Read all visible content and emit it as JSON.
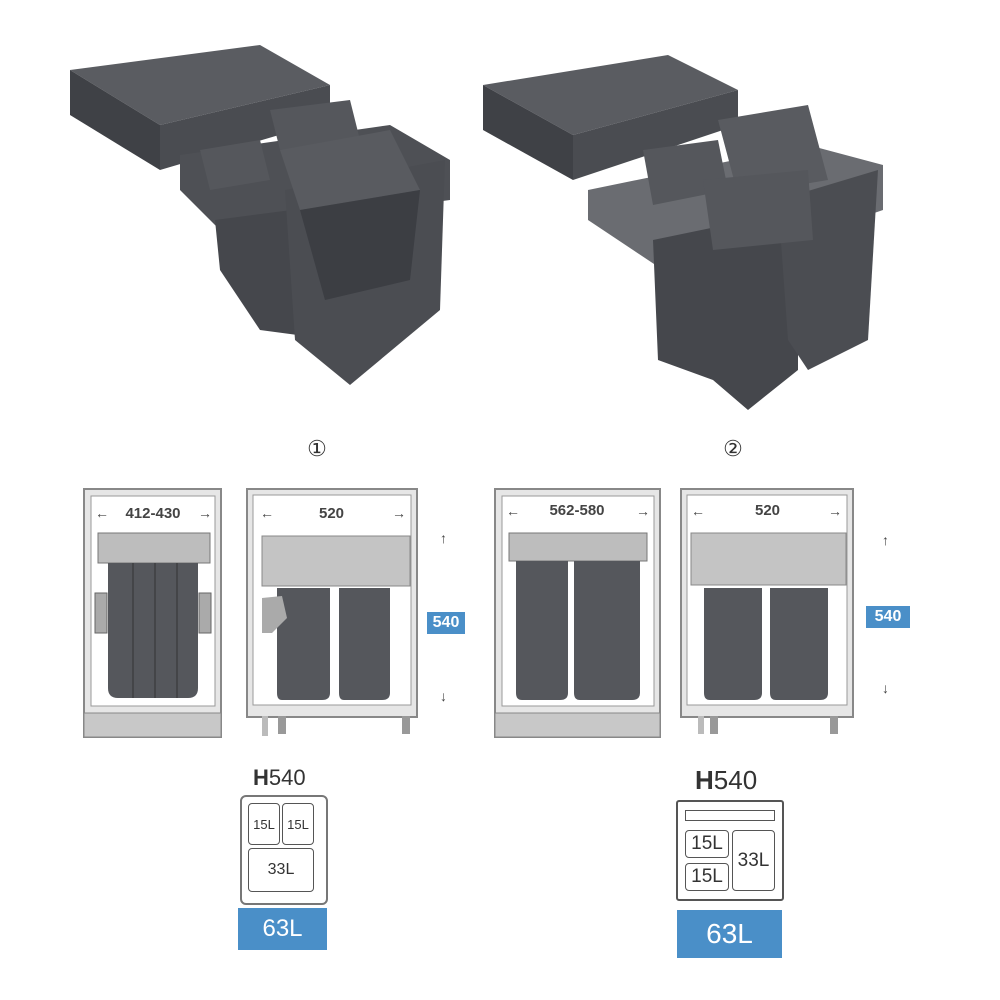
{
  "products": [
    {
      "marker": "①",
      "width_label": "412-430",
      "depth_label": "520",
      "height_badge": "540",
      "height_title_prefix": "H",
      "height_title_value": "540",
      "bins": [
        "15L",
        "15L",
        "33L"
      ],
      "total": "63L"
    },
    {
      "marker": "②",
      "width_label": "562-580",
      "depth_label": "520",
      "height_badge": "540",
      "height_title_prefix": "H",
      "height_title_value": "540",
      "bins": [
        "15L",
        "15L",
        "33L"
      ],
      "total": "63L"
    }
  ],
  "colors": {
    "accent": "#4a8fc8",
    "bin": "#4b4d52",
    "frame": "#8a8a8a"
  }
}
